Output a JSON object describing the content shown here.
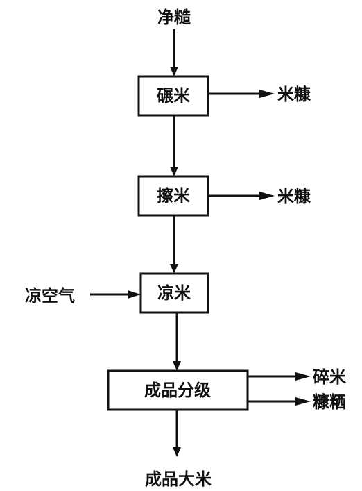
{
  "input": {
    "label": "净糙"
  },
  "steps": [
    {
      "label": "碾米",
      "output": "米糠"
    },
    {
      "label": "擦米",
      "output": "米糠"
    },
    {
      "label": "凉米",
      "input": "凉空气"
    },
    {
      "label": "成品分级",
      "outputs": [
        "碎米",
        "糠粞"
      ]
    }
  ],
  "final": {
    "label": "成品大米"
  }
}
